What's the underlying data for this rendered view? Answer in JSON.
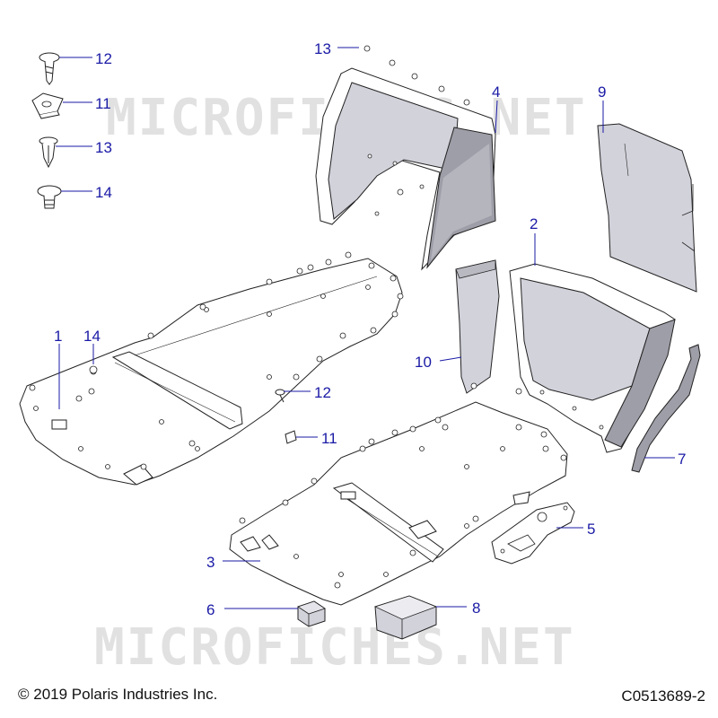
{
  "watermark": "MICROFICHES.NET",
  "copyright": "© 2019 Polaris Industries Inc.",
  "diagram_id": "C0513689-2",
  "callouts": {
    "c12a": "12",
    "c11a": "11",
    "c13a": "13",
    "c14a": "14",
    "c13b": "13",
    "c4": "4",
    "c9": "9",
    "c2": "2",
    "c10": "10",
    "c1": "1",
    "c14b": "14",
    "c12b": "12",
    "c11b": "11",
    "c7": "7",
    "c5": "5",
    "c3": "3",
    "c6": "6",
    "c8": "8"
  }
}
